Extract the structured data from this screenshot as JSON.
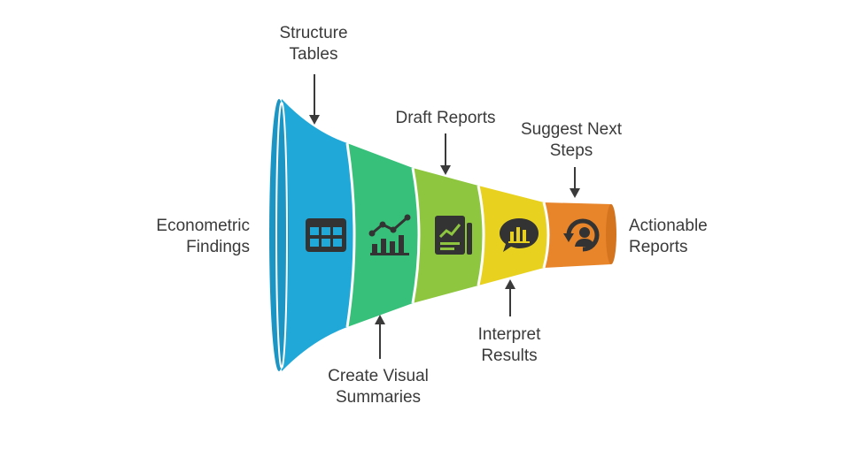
{
  "input": {
    "line1": "Econometric",
    "line2": "Findings"
  },
  "output": {
    "line1": "Actionable",
    "line2": "Reports"
  },
  "stages": [
    {
      "name": "Structure Tables",
      "line1": "Structure",
      "line2": "Tables",
      "color": "#1fa8d8",
      "icon": "table-grid-icon"
    },
    {
      "name": "Create Visual Summaries",
      "line1": "Create Visual",
      "line2": "Summaries",
      "color": "#37c07a",
      "icon": "line-bar-chart-icon"
    },
    {
      "name": "Draft Reports",
      "line1": "Draft Reports",
      "line2": "",
      "color": "#8ec63f",
      "icon": "report-document-icon"
    },
    {
      "name": "Interpret Results",
      "line1": "Interpret",
      "line2": "Results",
      "color": "#e8d21f",
      "icon": "chart-speech-bubble-icon"
    },
    {
      "name": "Suggest Next Steps",
      "line1": "Suggest Next",
      "line2": "Steps",
      "color": "#e8852a",
      "icon": "person-cycle-icon"
    }
  ],
  "colors": {
    "text": "#3a3a3a",
    "arrow": "#3a3a3a",
    "icon": "#333333"
  }
}
